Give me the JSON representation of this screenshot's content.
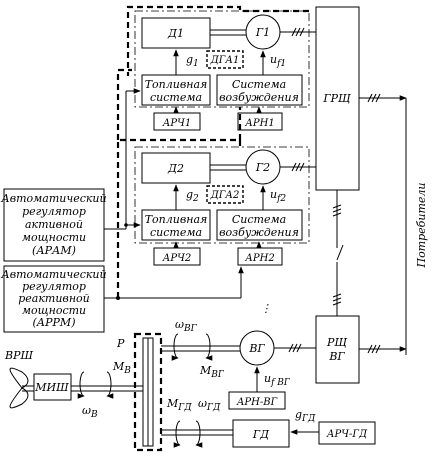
{
  "gen1": {
    "diesel": "Д1",
    "generator": "Г1",
    "fuel_signal": "g",
    "fuel_signal_sub": "1",
    "sensor": "ДГА1",
    "fuel_line1": "Топливная",
    "fuel_line2": "система",
    "exc_line1": "Система",
    "exc_line2": "возбуждения",
    "speed_reg": "АРЧ1",
    "volt_reg": "АРН1",
    "u_label": "u",
    "u_sub": "f1"
  },
  "gen2": {
    "diesel": "Д2",
    "generator": "Г2",
    "fuel_signal": "g",
    "fuel_signal_sub": "2",
    "sensor": "ДГА2",
    "fuel_line1": "Топливная",
    "fuel_line2": "система",
    "exc_line1": "Система",
    "exc_line2": "возбуждения",
    "speed_reg": "АРЧ2",
    "volt_reg": "АРН2",
    "u_label": "u",
    "u_sub": "f2"
  },
  "aram": {
    "line1": "Автоматический",
    "line2": "регулятор",
    "line3": "активной",
    "line4": "мощности",
    "line5": "(АРАМ)"
  },
  "arrm": {
    "line1": "Автоматический",
    "line2": "регулятор",
    "line3": "реактивной",
    "line4": "мощности",
    "line5": "(АРРМ)"
  },
  "grsh": "ГРЩ",
  "rsh_line1": "РЩ",
  "rsh_line2": "ВГ",
  "consumers": "Потребители",
  "ellipsis": "⋮",
  "shaft": {
    "p_label": "Р",
    "vrsh": "ВРШ",
    "mish": "МИШ",
    "m": "M",
    "m_v_sub": "В",
    "omega": "ω",
    "omega_v_sub": "В",
    "omega_vg_sub": "ВГ",
    "m_vg_sub": "ВГ",
    "m_gd_sub": "ГД",
    "omega_gd_sub": "ГД"
  },
  "vg": {
    "generator": "ВГ",
    "u_label": "u",
    "u_sub": "f ВГ",
    "volt_reg": "АРН-ВГ"
  },
  "gd": {
    "engine": "ГД",
    "g_label": "g",
    "g_sub": "ГД",
    "speed_reg": "АРЧ-ГД"
  }
}
